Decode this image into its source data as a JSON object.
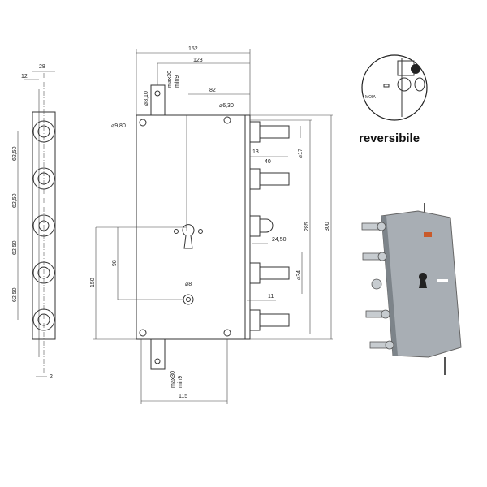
{
  "dimensions": {
    "width_total": "152",
    "width_123": "123",
    "width_82": "82",
    "hole_top_tab": "⌀8,10",
    "max_top": "max30",
    "min_top": "min9",
    "hole_top": "⌀6,30",
    "hole_corner": "⌀9,80",
    "bolt_offset": "13",
    "bolt_length": "40",
    "bolt_diameter": "⌀17",
    "height_285": "285",
    "height_300": "300",
    "latch_length": "24,50",
    "bolt_diameter_34": "⌀34",
    "bolt_11": "11",
    "height_98": "98",
    "height_150": "150",
    "spindle": "⌀8",
    "width_115": "115",
    "max_bottom": "max30",
    "min_bottom": "min9",
    "side_width": "28",
    "side_offset": "12",
    "pitch": [
      "62,50",
      "62,50",
      "62,50",
      "62,50"
    ],
    "side_bottom": "2"
  },
  "inset": {
    "label": "reversibile",
    "logo_text": "MOIA"
  }
}
